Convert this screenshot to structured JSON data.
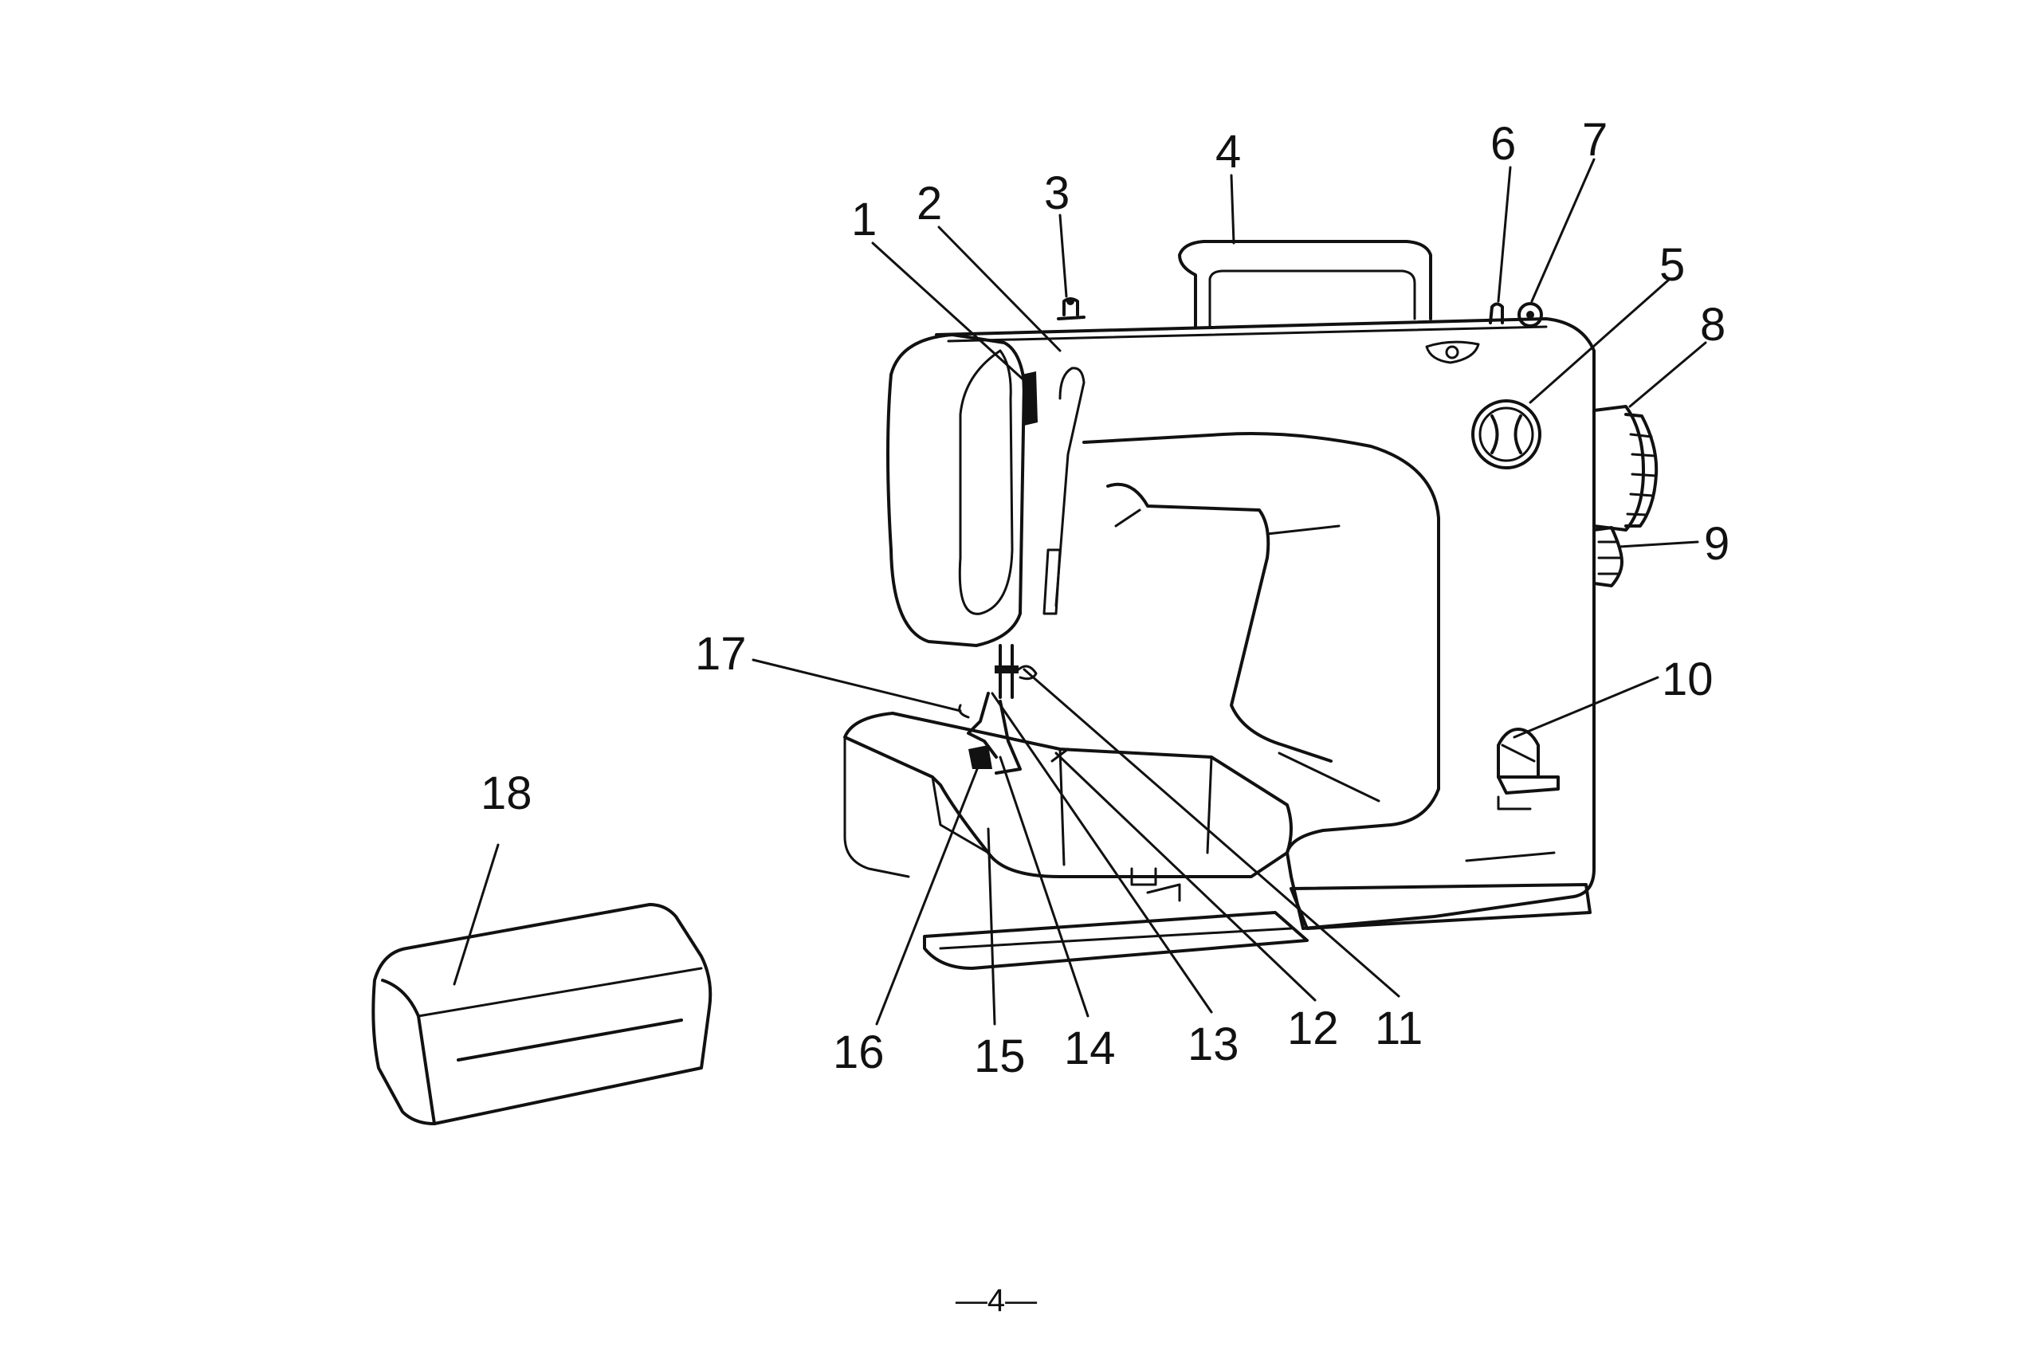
{
  "figure": {
    "callouts": [
      "1",
      "2",
      "3",
      "4",
      "5",
      "6",
      "7",
      "8",
      "9",
      "10",
      "11",
      "12",
      "13",
      "14",
      "15",
      "16",
      "17",
      "18"
    ]
  },
  "footer": {
    "page_number": "—4—"
  }
}
